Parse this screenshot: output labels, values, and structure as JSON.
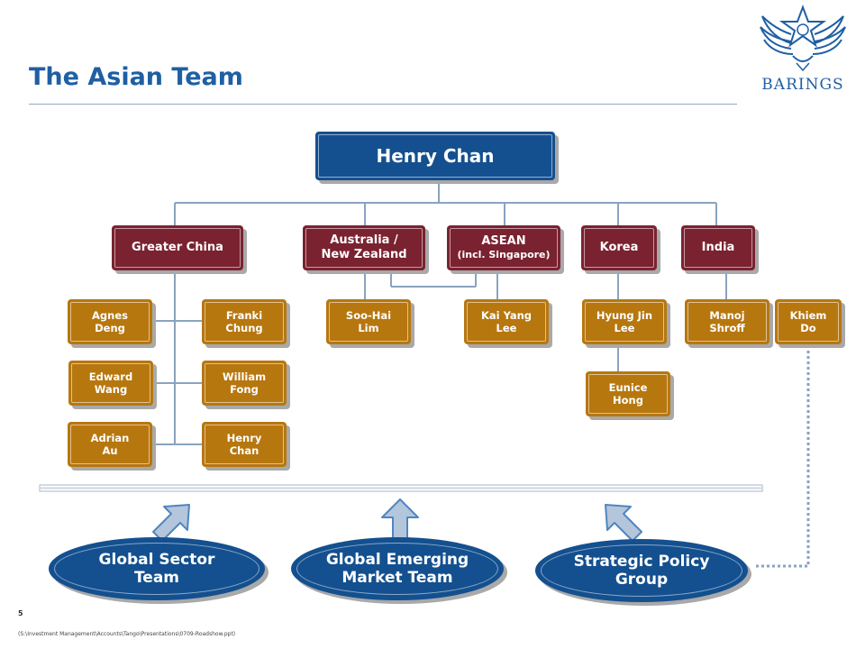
{
  "title": "The Asian Team",
  "logo": {
    "text": "BARINGS",
    "icon": "barings-eagle-star-logo"
  },
  "head": "Henry Chan",
  "regions": {
    "greater_china": "Greater China",
    "australia": "Australia /\nNew Zealand",
    "asean_title": "ASEAN",
    "asean_sub": "(incl. Singapore)",
    "korea": "Korea",
    "india": "India"
  },
  "people": {
    "agnes": "Agnes\nDeng",
    "franki": "Franki\nChung",
    "edward": "Edward\nWang",
    "william": "William\nFong",
    "adrian": "Adrian\nAu",
    "henry2": "Henry\nChan",
    "soohai": "Soo-Hai\nLim",
    "kaiyang": "Kai Yang\nLee",
    "hyungjin": "Hyung Jin\nLee",
    "eunice": "Eunice\nHong",
    "manoj": "Manoj\nShroff",
    "khiem": "Khiem\nDo"
  },
  "teams": {
    "global_sector": "Global Sector\nTeam",
    "gem": "Global Emerging\nMarket Team",
    "strategic": "Strategic Policy\nGroup"
  },
  "colors": {
    "navy": "#14508f",
    "maroon": "#7a2230",
    "gold": "#b7770f",
    "title": "#1f5fa3"
  },
  "footer": {
    "page_number": "5",
    "path": "(S:\\Investment Management\\Accounts\\Tango\\Presentations\\0709-Roadshow.ppt)"
  }
}
